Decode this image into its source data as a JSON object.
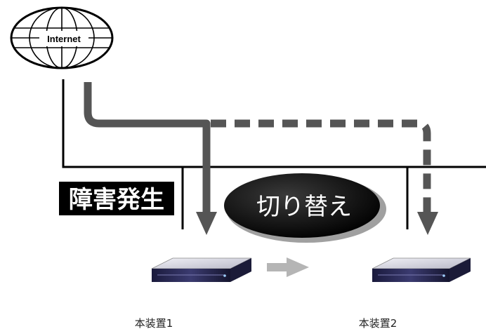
{
  "diagram": {
    "internet_label": "Internet",
    "failure_label": "障害発生",
    "switchover_label": "切り替え",
    "device1_label": "本装置1",
    "device2_label": "本装置2"
  },
  "colors": {
    "line": "#000000",
    "path": "#555555",
    "arrow_light": "#b5b5b5",
    "device_body": "#2b2b55",
    "device_top": "#d9d9e4"
  }
}
